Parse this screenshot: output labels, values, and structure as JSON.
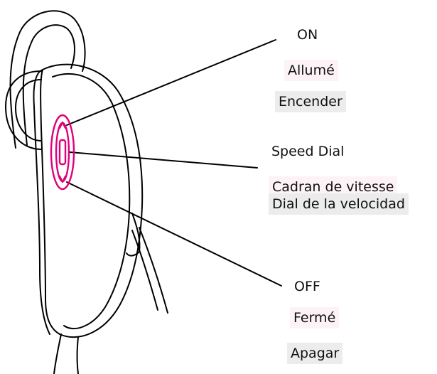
{
  "labels": {
    "on": {
      "en": "ON",
      "fr": "Allumé",
      "es": "Encender"
    },
    "speed_dial": {
      "en": "Speed Dial",
      "fr": "Cadran de vitesse",
      "es": "Dial de la velocidad"
    },
    "off": {
      "en": "OFF",
      "fr": "Fermé",
      "es": "Apagar"
    }
  },
  "colors": {
    "outline": "#000000",
    "highlight": "#e0007a",
    "fr_label_bg": "#fdf3f6",
    "es_label_bg": "#ececec"
  }
}
